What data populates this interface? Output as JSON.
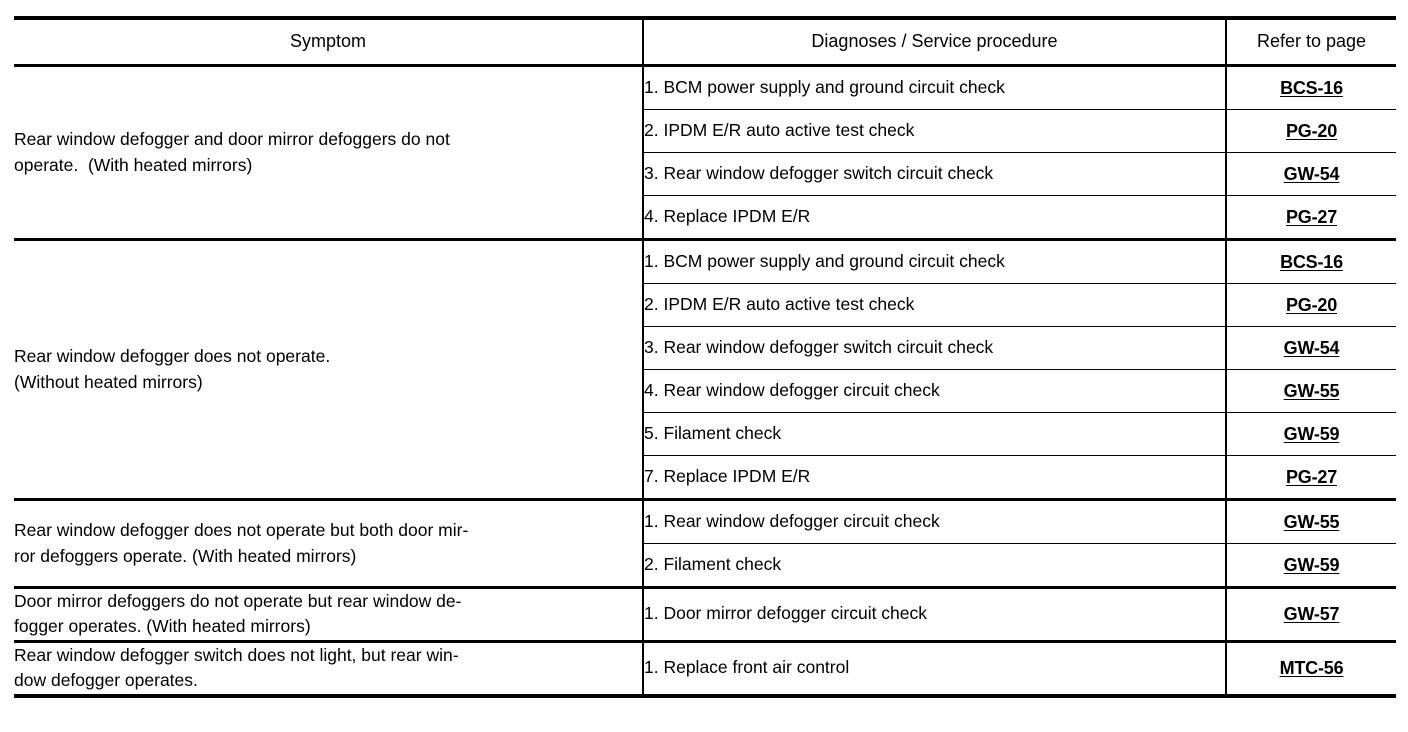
{
  "table": {
    "headers": {
      "symptom": "Symptom",
      "diagnoses": "Diagnoses / Service procedure",
      "page": "Refer to page"
    },
    "groups": [
      {
        "symptom_lines": [
          "Rear window defogger and door mirror defoggers do not",
          "operate.  (With heated mirrors)"
        ],
        "steps": [
          {
            "text": "1. BCM power supply and ground circuit check",
            "page": "BCS-16"
          },
          {
            "text": "2. IPDM E/R auto active test check",
            "page": "PG-20"
          },
          {
            "text": "3. Rear window defogger switch circuit check",
            "page": "GW-54"
          },
          {
            "text": "4. Replace IPDM E/R",
            "page": "PG-27"
          }
        ]
      },
      {
        "symptom_lines": [
          "Rear window defogger does not operate.",
          "(Without heated mirrors)"
        ],
        "steps": [
          {
            "text": "1. BCM power supply and ground circuit check",
            "page": "BCS-16"
          },
          {
            "text": "2. IPDM E/R auto active test check",
            "page": "PG-20"
          },
          {
            "text": "3. Rear window defogger switch circuit check",
            "page": "GW-54"
          },
          {
            "text": "4. Rear window defogger circuit check",
            "page": "GW-55"
          },
          {
            "text": "5. Filament check",
            "page": "GW-59"
          },
          {
            "text": "7. Replace IPDM E/R",
            "page": "PG-27"
          }
        ]
      },
      {
        "symptom_lines": [
          "Rear window defogger does not operate but both door mir-",
          "ror defoggers operate. (With heated mirrors)"
        ],
        "steps": [
          {
            "text": "1. Rear window defogger circuit check",
            "page": "GW-55"
          },
          {
            "text": "2. Filament check",
            "page": "GW-59"
          }
        ]
      },
      {
        "symptom_lines": [
          "Door mirror defoggers do not operate but rear window de-",
          "fogger operates. (With heated mirrors)"
        ],
        "steps": [
          {
            "text": "1. Door mirror defogger circuit check",
            "page": "GW-57"
          }
        ]
      },
      {
        "symptom_lines": [
          "Rear window defogger switch does not light, but rear win-",
          "dow defogger operates."
        ],
        "steps": [
          {
            "text": "1. Replace front air control",
            "page": "MTC-56"
          }
        ]
      }
    ]
  }
}
